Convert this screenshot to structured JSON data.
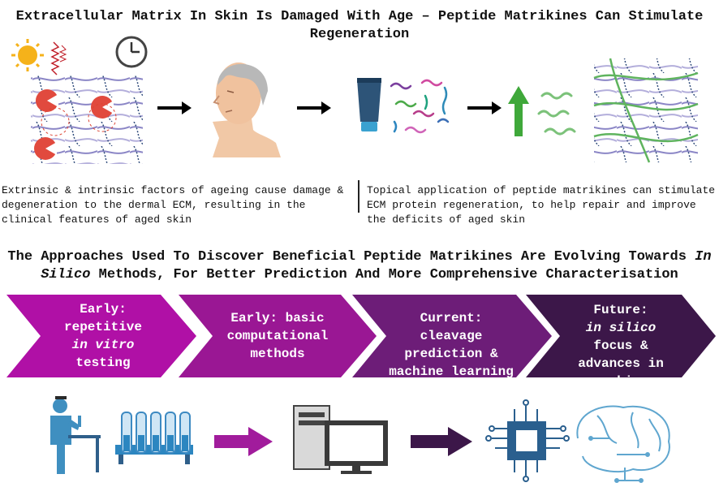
{
  "title_top": "Extracellular Matrix In Skin Is Damaged With Age – Peptide Matrikines Can Stimulate Regeneration",
  "caption_left": "Extrinsic & intrinsic factors of ageing cause damage & degeneration to the dermal ECM, resulting in the clinical features of aged skin",
  "caption_right": "Topical application of peptide matrikines can stimulate ECM protein regeneration, to help repair and improve the deficits of aged skin",
  "title_mid": {
    "part1": "The Approaches Used To Discover Beneficial Peptide Matrikines Are Evolving Towards ",
    "italic": "In Silico",
    "part2": " Methods, For Better Prediction And More Comprehensive Characterisation"
  },
  "stages": [
    {
      "pre": "Early: repetitive ",
      "italic": "in vitro",
      "post": " testing",
      "color": "#b010a6"
    },
    {
      "pre": "Early: basic computational methods",
      "italic": "",
      "post": "",
      "color": "#9a1794"
    },
    {
      "pre": "Current: cleavage prediction & machine learning",
      "italic": "",
      "post": "",
      "color": "#6d1d78"
    },
    {
      "pre": "Future: ",
      "italic": "in silico",
      "post": " focus & advances in machine learning",
      "color": "#3c1749"
    }
  ],
  "colors": {
    "arrow_top": "#000000",
    "arrow_bottom_1": "#a11c9c",
    "arrow_bottom_2": "#3c1749",
    "up_arrow": "#3fa83a",
    "icon_blue": "#2f5f8a",
    "fiber_purple": "#8b86c6",
    "peptide_green": "#7cc27a"
  },
  "icons": [
    "sun-icon",
    "radiation-icon",
    "clock-icon",
    "aged-person-icon",
    "cream-tube-icon",
    "peptides-icon",
    "up-arrow-icon",
    "regenerated-ecm-icon",
    "scientist-icon",
    "test-tubes-icon",
    "computer-icon",
    "circuit-icon",
    "ai-brain-icon"
  ]
}
